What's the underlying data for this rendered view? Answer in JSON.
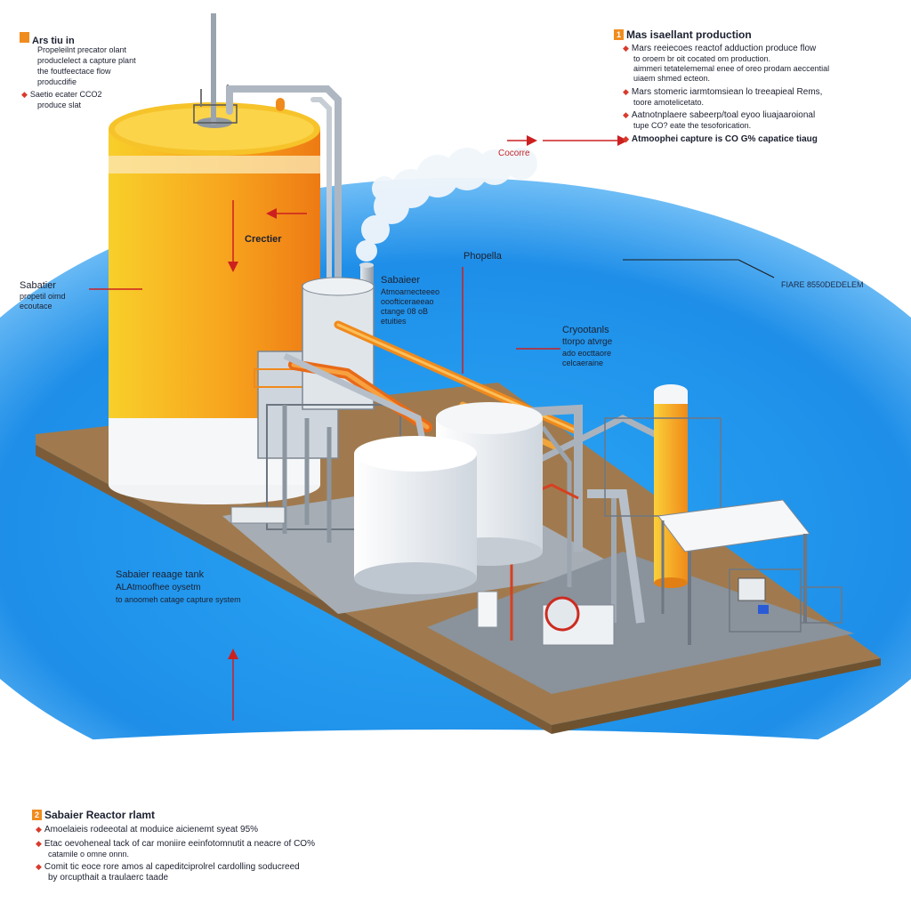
{
  "colors": {
    "sky": "#1e96ee",
    "platform": "#b58a5a",
    "tank_orange": "#f7a51e",
    "tank_yellow": "#f7c51d",
    "pipe_orange": "#f08a1c",
    "pipe_gray": "#b9c2cc",
    "arrow_red": "#cc2020"
  },
  "top_left_panel": {
    "title": "Ars tiu in",
    "lines": [
      "Propeleilnt precator olant",
      "produclelect a capture plant",
      "the foutfeectace flow",
      "producdifie"
    ],
    "bullet": "Saetio ecater CCO2",
    "bullet_line2": "produce slat"
  },
  "top_right_panel": {
    "number": "1",
    "title": "Mas isaellant production",
    "bullets": [
      {
        "line1": "Mars reeiecoes reactof adduction produce flow",
        "line2": "to oroem  br oit  cocated om production.",
        "line3": "aimmeri  tetatelememal enee of oreo prodam aeccential",
        "line4": "uiaem shmed ecteon."
      },
      {
        "line1": "Mars stomeric iarmtomsiean lo treeapieal Rems,",
        "line2": "toore amotelicetato."
      },
      {
        "line1": "Aatnotnplaere sabeerp/toal eyoo liuajaaroional",
        "line2": "tupe CO? eate the tesoforication."
      }
    ],
    "last_bullet": "Atmoophei capture is CO G% capatice tiaug"
  },
  "labels": {
    "cocorre": "Cocorre",
    "crectier": "Crectier",
    "propella": "Phopella",
    "sabatier_left_title": "Sabatier",
    "sabatier_left_sub1": "propetil oimd",
    "sabatier_left_sub2": "ecoutace",
    "sabatier_center_title": "Sabaieer",
    "sabatier_center_sub1": "Atmoarnecteeeo",
    "sabatier_center_sub2": "ooofticeraeeao",
    "sabatier_center_sub3": "ctange 08 oB",
    "sabatier_center_sub4": "etuities",
    "cryotanks_title": "Cryootanls",
    "cryotanks_sub1": "ttorpo atvrge",
    "cryotanks_sub2": "ado eocttaore",
    "cryotanks_sub3": "celcaeraine",
    "fire": "FIARE 8550DEDELEM",
    "storage_title": "Sabaier reaage tank",
    "storage_sub1": "ALAtmoofhee oysetm",
    "storage_sub2": "to anoomeh catage capture system"
  },
  "bottom_panel": {
    "number": "2",
    "title": "Sabaier Reactor rlamt",
    "bullets": [
      {
        "line1": "Amoelaieis rodeeotal at moduice aicienemt syeat 95%"
      },
      {
        "line1": "Etac oevoheneal tack of car moniire eeinfotomnutit a neacre of CO%",
        "line2": "catamile o omne onnn."
      },
      {
        "line1": "Comit tic eoce rore amos al capeditciprolrel cardolling soducreed",
        "line2": "by orcupthait a traulaerc taade"
      }
    ]
  }
}
